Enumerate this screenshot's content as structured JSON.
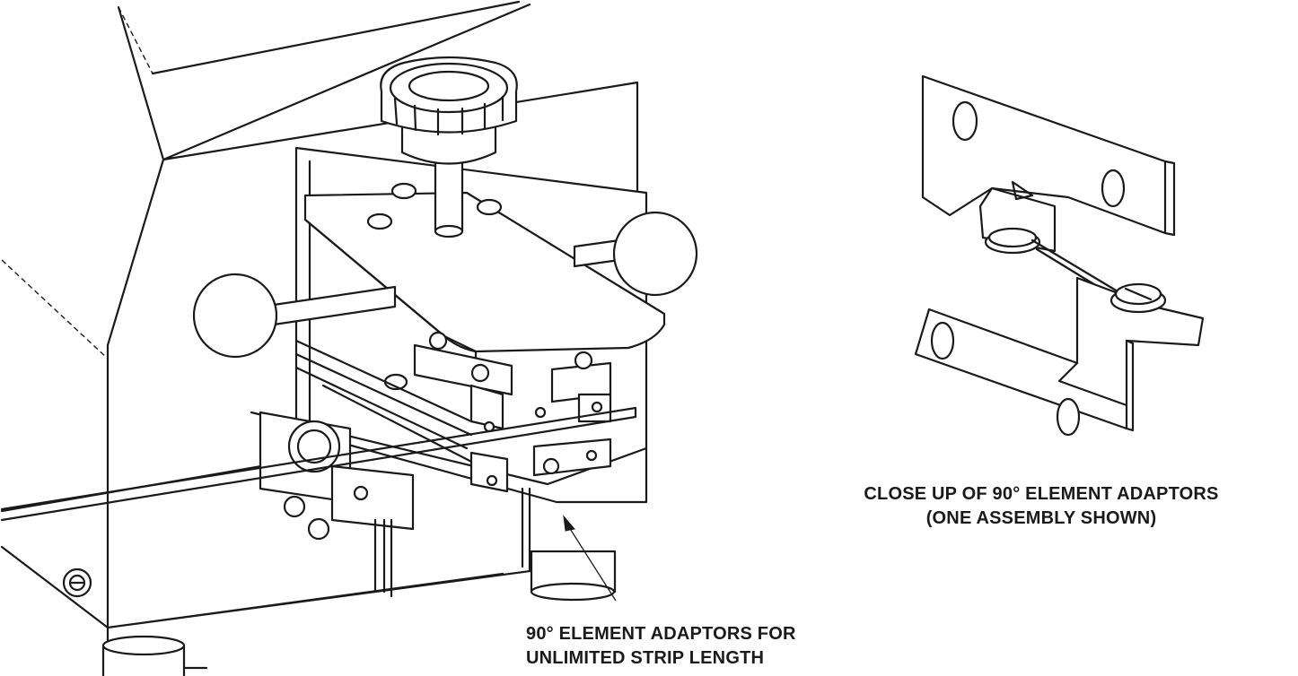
{
  "figure": {
    "captions": {
      "closeup": {
        "line1": "CLOSE UP OF 90° ELEMENT ADAPTORS",
        "line2": "(ONE ASSEMBLY SHOWN)"
      },
      "main": {
        "line1": "90° ELEMENT ADAPTORS FOR",
        "line2": "UNLIMITED STRIP LENGTH"
      }
    }
  }
}
